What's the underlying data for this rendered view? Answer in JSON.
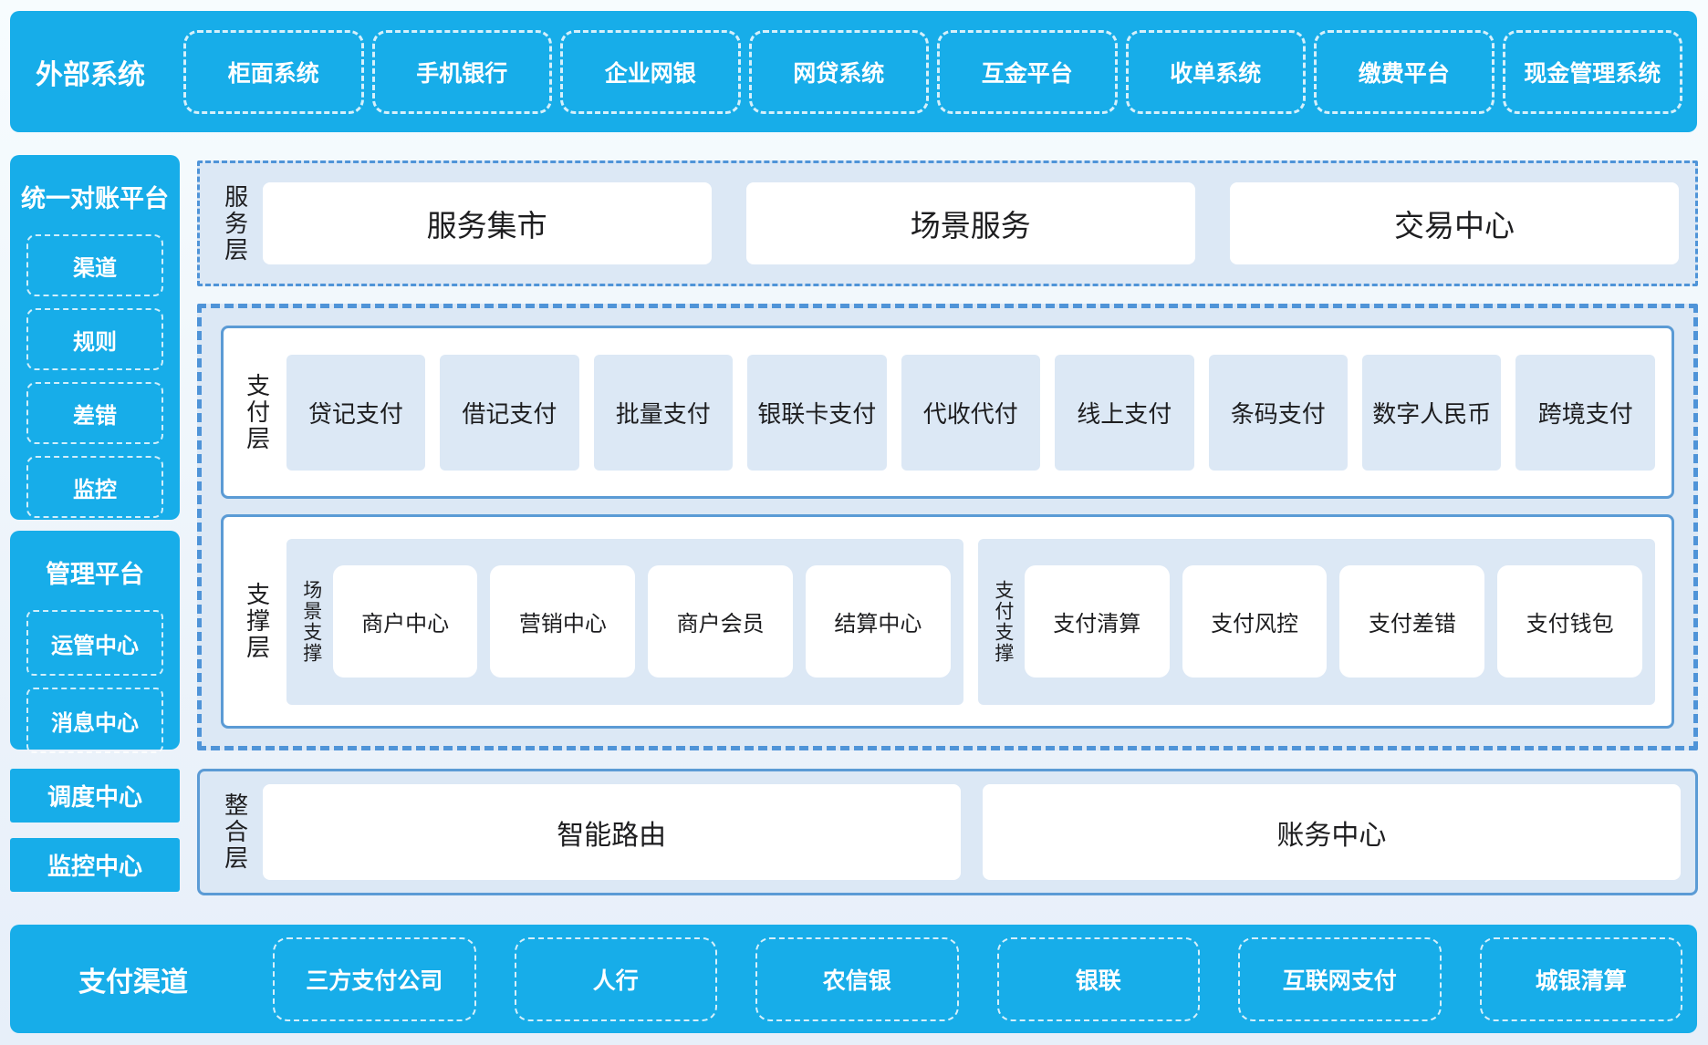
{
  "colors": {
    "primary_blue": "#17ade9",
    "panel_light_blue": "#dce8f5",
    "solid_border_blue": "#5b9bd5",
    "dashed_border_blue": "#4f94d8",
    "text_dark": "#1d1d1f",
    "text_white": "#ffffff"
  },
  "external_systems": {
    "label": "外部系统",
    "items": [
      "柜面系统",
      "手机银行",
      "企业网银",
      "网贷系统",
      "互金平台",
      "收单系统",
      "缴费平台",
      "现金管理系统"
    ]
  },
  "sidebar": {
    "reconciliation_platform": {
      "title": "统一对账平台",
      "items": [
        "渠道",
        "规则",
        "差错",
        "监控"
      ]
    },
    "management_platform": {
      "title": "管理平台",
      "items": [
        "运管中心",
        "消息中心"
      ]
    },
    "dispatch_center": "调度中心",
    "monitor_center": "监控中心"
  },
  "layers": {
    "service": {
      "label": "服务层",
      "items": [
        "服务集市",
        "场景服务",
        "交易中心"
      ]
    },
    "payment": {
      "label": "支付层",
      "items": [
        "贷记支付",
        "借记支付",
        "批量支付",
        "银联卡支付",
        "代收代付",
        "线上支付",
        "条码支付",
        "数字人民币",
        "跨境支付"
      ]
    },
    "support": {
      "label": "支撑层",
      "groups": [
        {
          "label": "场景支撑",
          "items": [
            "商户中心",
            "营销中心",
            "商户会员",
            "结算中心"
          ]
        },
        {
          "label": "支付支撑",
          "items": [
            "支付清算",
            "支付风控",
            "支付差错",
            "支付钱包"
          ]
        }
      ]
    },
    "integration": {
      "label": "整合层",
      "items": [
        "智能路由",
        "账务中心"
      ]
    }
  },
  "payment_channels": {
    "label": "支付渠道",
    "items": [
      "三方支付公司",
      "人行",
      "农信银",
      "银联",
      "互联网支付",
      "城银清算"
    ]
  }
}
